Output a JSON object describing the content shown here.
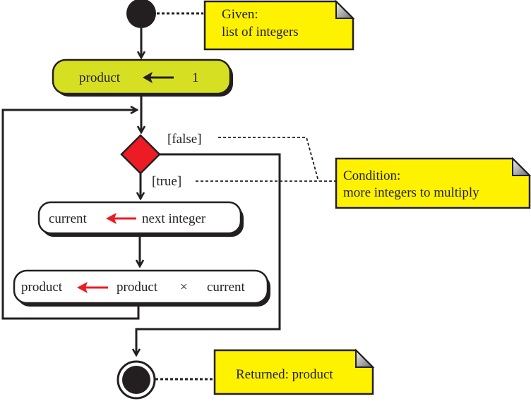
{
  "diagram": {
    "title": "Product of a list of integers - UML activity diagram",
    "colors": {
      "line": "#231f20",
      "init_action_fill": "#d7df23",
      "action_fill": "#ffffff",
      "decision_fill": "#ed1c24",
      "note_fill": "#fff200",
      "assign_arrow_black": "#231f20",
      "assign_arrow_red": "#ed1c24"
    },
    "start_node": {
      "label": "initial node"
    },
    "notes": {
      "given": {
        "line1": "Given:",
        "line2": "list of integers"
      },
      "condition": {
        "line1": "Condition:",
        "line2": "more integers to multiply"
      },
      "returned": {
        "line1": "Returned: product"
      }
    },
    "actions": {
      "init": {
        "target": "product",
        "value": "1",
        "arrow": "left-arrow"
      },
      "next": {
        "target": "current",
        "value": "next integer",
        "arrow": "left-arrow"
      },
      "multiply": {
        "target": "product",
        "value_a": "product",
        "operator": "×",
        "value_b": "current",
        "arrow": "left-arrow"
      }
    },
    "guards": {
      "false": "[false]",
      "true": "[true]"
    },
    "end_node": {
      "label": "final node"
    }
  }
}
